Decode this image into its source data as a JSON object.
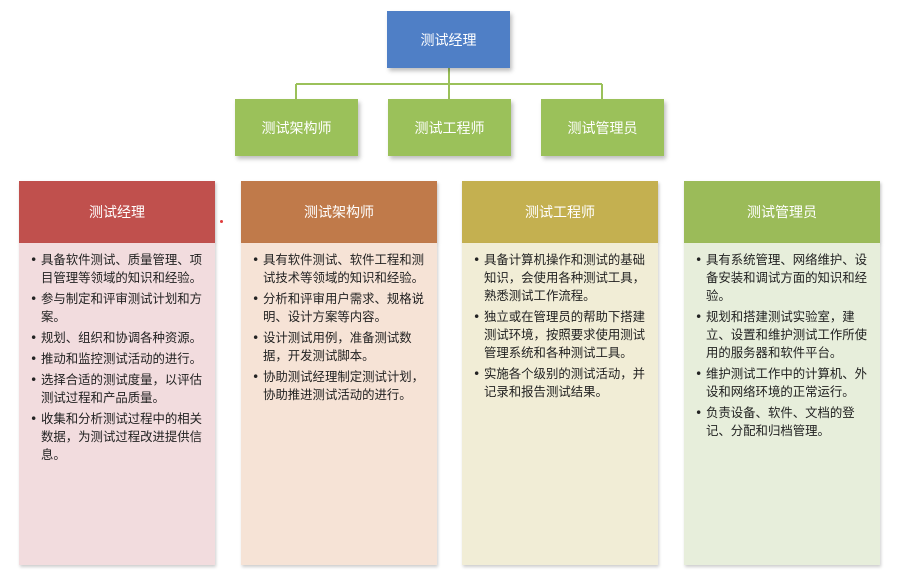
{
  "top": {
    "label": "测试经理"
  },
  "roles": [
    {
      "label": "测试架构师"
    },
    {
      "label": "测试工程师"
    },
    {
      "label": "测试管理员"
    }
  ],
  "line_color": "#9bc15a",
  "cards": [
    {
      "title": "测试经理",
      "header_color": "#c0504d",
      "body_color": "#f2dcde",
      "items": [
        "具备软件测试、质量管理、项目管理等领域的知识和经验。",
        "参与制定和评审测试计划和方案。",
        "规划、组织和协调各种资源。",
        "推动和监控测试活动的进行。",
        "选择合适的测试度量，以评估测试过程和产品质量。",
        "收集和分析测试过程中的相关数据，为测试过程改进提供信息。"
      ]
    },
    {
      "title": "测试架构师",
      "header_color": "#c07a4a",
      "body_color": "#f6e3d6",
      "items": [
        "具有软件测试、软件工程和测试技术等领域的知识和经验。",
        "分析和评审用户需求、规格说明、设计方案等内容。",
        "设计测试用例，准备测试数据，开发测试脚本。",
        "协助测试经理制定测试计划，协助推进测试活动的进行。"
      ]
    },
    {
      "title": "测试工程师",
      "header_color": "#c4b050",
      "body_color": "#f1edd6",
      "items": [
        "具备计算机操作和测试的基础知识，会使用各种测试工具，熟悉测试工作流程。",
        "独立或在管理员的帮助下搭建测试环境，按照要求使用测试管理系统和各种测试工具。",
        "实施各个级别的测试活动，并记录和报告测试结果。"
      ]
    },
    {
      "title": "测试管理员",
      "header_color": "#9bbb59",
      "body_color": "#e7eedb",
      "items": [
        "具有系统管理、网络维护、设备安装和调试方面的知识和经验。",
        "规划和搭建测试实验室，建立、设置和维护测试工作所使用的服务器和软件平台。",
        "维护测试工作中的计算机、外设和网络环境的正常运行。",
        "负责设备、软件、文档的登记、分配和归档管理。"
      ]
    }
  ]
}
